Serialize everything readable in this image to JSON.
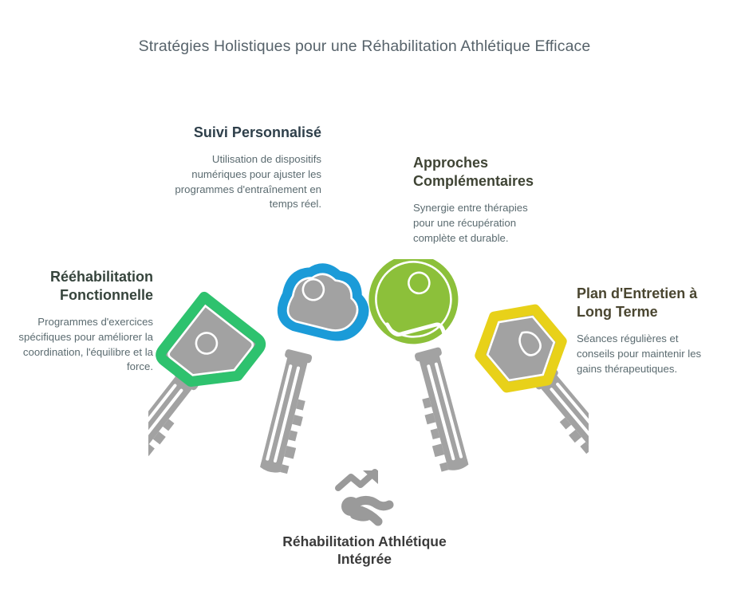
{
  "page": {
    "title": "Stratégies Holistiques pour une Réhabilitation Athlétique Efficace",
    "background_color": "#ffffff",
    "title_color": "#57636b",
    "body_text_color": "#5b6b70"
  },
  "callouts": [
    {
      "id": "suivi",
      "title": "Suivi Personnalisé",
      "body": "Utilisation de dispositifs numériques pour ajuster les programmes d'entraînement en temps réel.",
      "title_color": "#2e3f4a",
      "align": "right",
      "key_color": "#1b9bd8",
      "key_shape": "cloud"
    },
    {
      "id": "approches",
      "title": "Approches Complémentaires",
      "body": "Synergie entre thérapies pour une récupération complète et durable.",
      "title_color": "#3f4434",
      "align": "left",
      "key_color": "#8cc03a",
      "key_shape": "circle"
    },
    {
      "id": "reeducation",
      "title": "Rééhabilitation Fonctionnelle",
      "body": "Programmes d'exercices spécifiques pour améliorer la coordination, l'équilibre et la force.",
      "title_color": "#36443c",
      "align": "right",
      "key_color": "#2ec26e",
      "key_shape": "rounded-square"
    },
    {
      "id": "plan",
      "title": "Plan d'Entretien à Long Terme",
      "body": "Séances régulières et conseils pour maintenir les gains thérapeutiques.",
      "title_color": "#4a4630",
      "align": "left",
      "key_color": "#e8d119",
      "key_shape": "hexagon"
    }
  ],
  "center": {
    "label": "Réhabilitation Athlétique Intégrée",
    "label_color": "#3a3a3a",
    "icon": "runner-with-growth-arrow-icon",
    "icon_color": "#9a9a9a"
  },
  "artwork": {
    "key_body_color": "#a2a2a2",
    "key_detail_color": "#ffffff",
    "description": "four keys fanned outward from a shared bottom point"
  }
}
